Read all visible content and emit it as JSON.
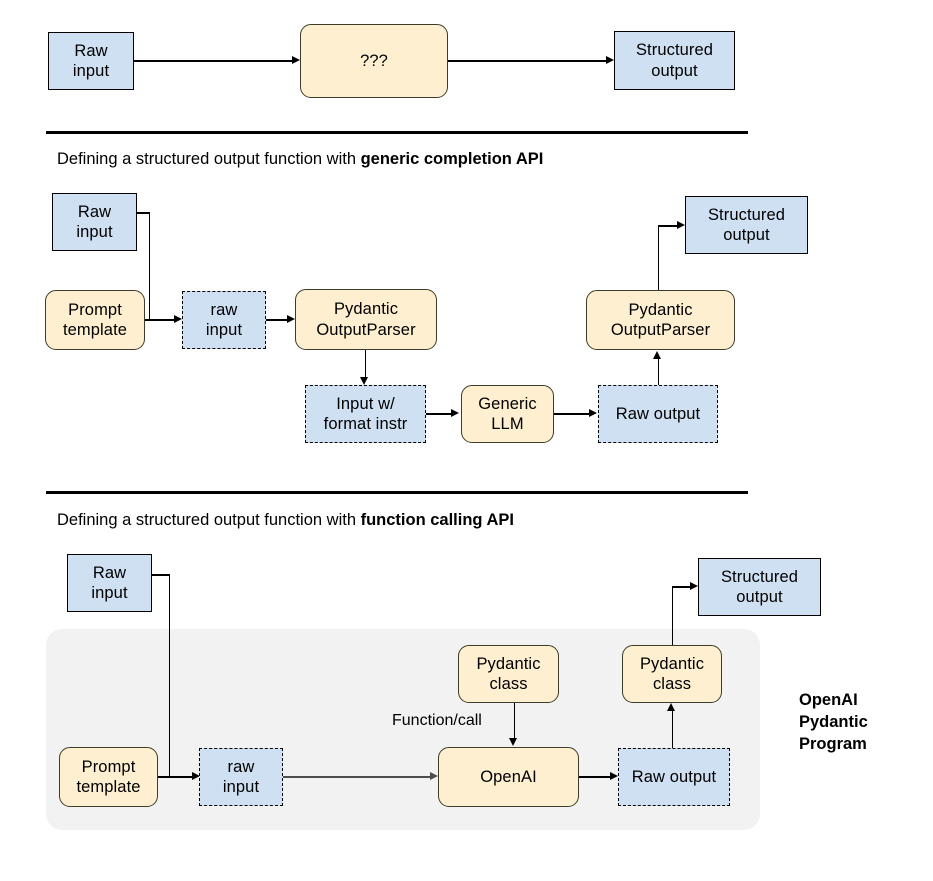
{
  "colors": {
    "blue_fill": "#cfe0f3",
    "yellow_fill": "#fdefcf",
    "stroke": "#000000",
    "program_bg": "#f2f2f2",
    "gray_edge": "#4d4d4d"
  },
  "section_overview": {
    "nodes": {
      "raw_input": "Raw\ninput",
      "unknown": "???",
      "structured_output": "Structured\noutput"
    }
  },
  "section_generic": {
    "caption_prefix": "Defining a structured output function with ",
    "caption_bold": "generic completion API",
    "nodes": {
      "raw_input": "Raw\ninput",
      "prompt_template": "Prompt\ntemplate",
      "raw_input_dashed": "raw\ninput",
      "pydantic_output_parser_left": "Pydantic\nOutputParser",
      "input_w_format_instr": "Input w/\nformat instr",
      "generic_llm": "Generic\nLLM",
      "raw_output": "Raw output",
      "pydantic_output_parser_right": "Pydantic\nOutputParser",
      "structured_output": "Structured\noutput"
    }
  },
  "section_function_calling": {
    "caption_prefix": "Defining a structured output function with ",
    "caption_bold": "function calling API",
    "nodes": {
      "raw_input": "Raw\ninput",
      "prompt_template": "Prompt\ntemplate",
      "raw_input_dashed": "raw\ninput",
      "pydantic_class_in": "Pydantic\nclass",
      "openai": "OpenAI",
      "raw_output": "Raw output",
      "pydantic_class_out": "Pydantic\nclass",
      "structured_output": "Structured\noutput"
    },
    "edge_label_function_call": "Function/call",
    "program_title": "OpenAI\nPydantic\nProgram"
  }
}
